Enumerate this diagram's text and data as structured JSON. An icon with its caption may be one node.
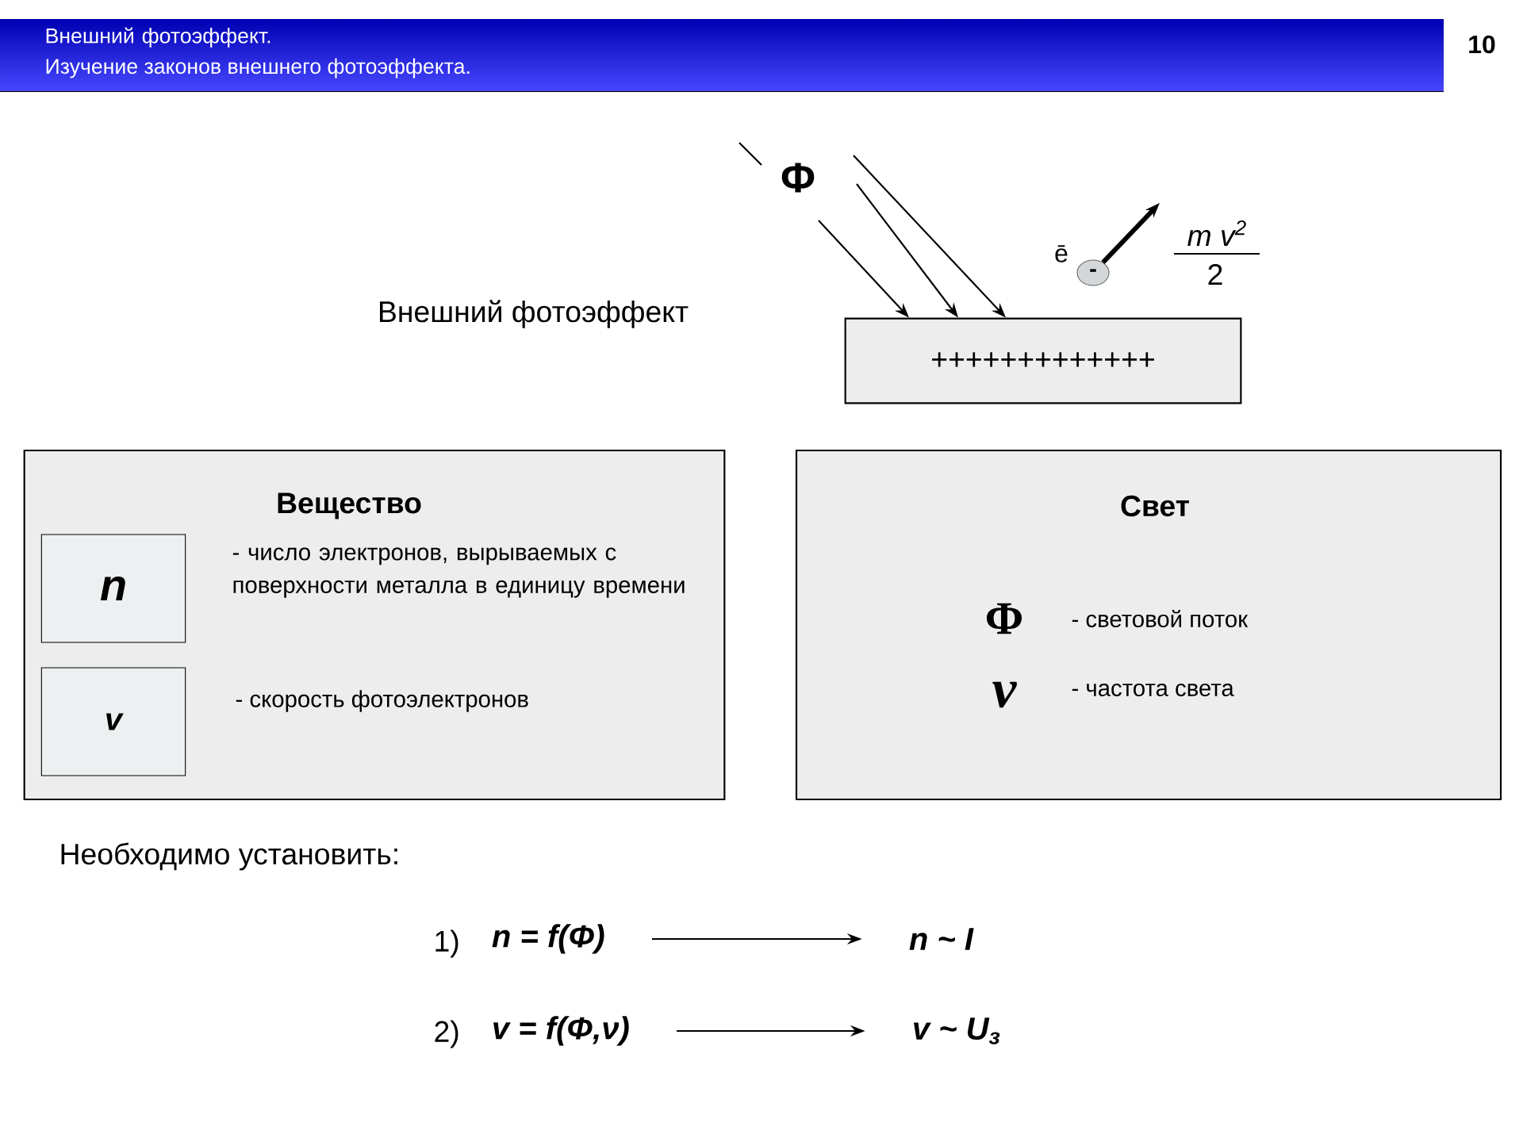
{
  "diagram": {
    "title": "Внешний фотоэффект.",
    "nodes": [
      {
        "text": [
          "+++++++++++++"
        ]
      },
      {
        "text": [
          "-"
        ],
        "beside": [
          "ē"
        ]
      },
      {
        "text": [
          "Вещество"
        ]
      },
      {
        "text": [
          "n"
        ],
        "in": 2
      },
      {
        "text": [
          "v"
        ],
        "in": 2
      },
      {
        "text": [
          "Свет"
        ]
      },
      {
        "text": [
          "n = f(Φ)"
        ]
      },
      {
        "text": [
          "n ~ I"
        ]
      },
      {
        "text": [
          "v = f(Φ,ν)"
        ]
      },
      {
        "text": [
          "v ~ U$_{з}$"
        ]
      }
    ],
    "edges": [
      {
        "from": null,
        "to": 0,
        "arrow": "to"
      },
      {
        "from": null,
        "to": 0,
        "arrow": "to"
      },
      {
        "from": null,
        "to": 0,
        "arrow": "to"
      },
      {
        "from": 1,
        "to": null,
        "arrow": "to",
        "style": "thick"
      },
      {
        "from": 6,
        "to": 7,
        "arrow": "to"
      },
      {
        "from": 8,
        "to": 9,
        "arrow": "to"
      }
    ],
    "labels": [
      "Изучение законов внешнего фотоэффекта.",
      "10",
      "Φ",
      "m v$^{2}$",
      "2",
      "Внешний фотоэффект",
      "- число электронов, вырываемых с поверхности металла в единицу времени",
      "- скорость фотоэлектронов",
      "Φ",
      "ν",
      "- световой поток",
      "- частота света",
      "Необходимо установить:",
      "1)",
      "2)"
    ]
  }
}
